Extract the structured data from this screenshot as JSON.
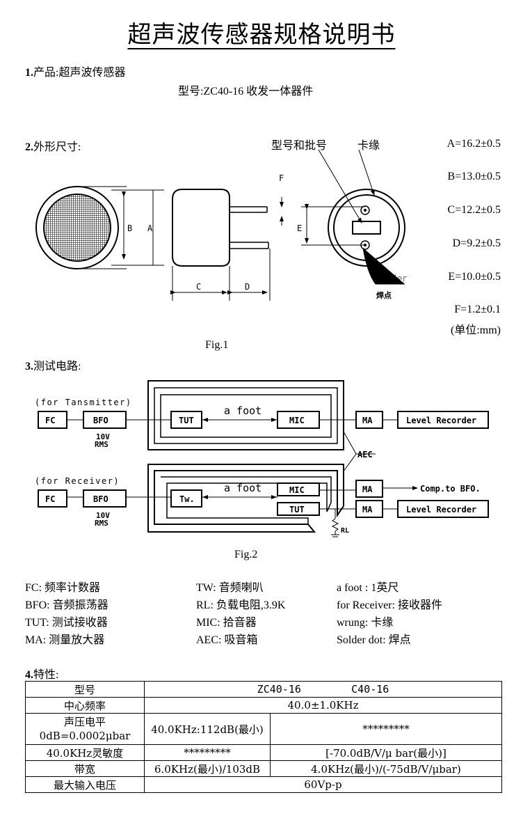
{
  "title": "超声波传感器规格说明书",
  "section1": {
    "num": "1.",
    "label": "产品:超声波传感器",
    "model_line": "型号:ZC40-16  收发一体器件"
  },
  "section2": {
    "num": "2.",
    "label": "外形尺寸:",
    "callout_model": "型号和批号",
    "callout_edge": "卡缘",
    "dim_letters": [
      "A",
      "B",
      "C",
      "D",
      "E",
      "F"
    ],
    "solder_en": "Solder",
    "solder_cn": "焊点",
    "specs": [
      "A=16.2±0.5",
      "B=13.0±0.5",
      "C=12.2±0.5",
      "D=9.2±0.5",
      "E=10.0±0.5",
      "F=1.2±0.1",
      "(单位:mm)"
    ],
    "fig": "Fig.1"
  },
  "section3": {
    "num": "3.",
    "label": "测试电路:",
    "fig": "Fig.2",
    "circuit": {
      "for_transmitter": "(for Tansmitter)",
      "for_receiver": "(for Receiver)",
      "fc": "FC",
      "bfo": "BFO",
      "rms_10v": "10V",
      "rms": "RMS",
      "tut": "TUT",
      "mic": "MIC",
      "tw": "Tw.",
      "a_foot": "a foot",
      "ma": "MA",
      "level_recorder": "Level Recorder",
      "aec": "AEC",
      "comp": "Comp.to BFO.",
      "rl": "RL"
    },
    "legend": [
      [
        "FC:  频率计数器",
        "TW:  音频喇叭",
        "a foot : 1英尺"
      ],
      [
        "BFO:  音频振荡器",
        "RL:  负载电阻,3.9K",
        "for Receiver:  接收器件"
      ],
      [
        "TUT:  测试接收器",
        "MIC:  拾音器",
        "wrung:  卡缘"
      ],
      [
        "MA:  测量放大器",
        "AEC:  吸音箱",
        "Solder dot:   焊点"
      ]
    ]
  },
  "section4": {
    "num": "4.",
    "label": "特性:",
    "table": {
      "row_model": [
        "型号",
        "ZC40-16        C40-16"
      ],
      "row_freq": [
        "中心频率",
        "40.0±1.0KHz"
      ],
      "row_spl": [
        "声压电平",
        "0dB=0.0002μbar",
        "40.0KHz:112dB(最小)",
        "*********"
      ],
      "row_sens": [
        "40.0KHz灵敏度",
        "*********",
        "[-70.0dB/V/μ bar(最小)]"
      ],
      "row_bw": [
        "带宽",
        "6.0KHz(最小)/103dB",
        "4.0KHz(最小)/(-75dB/V/μbar)"
      ],
      "row_volt": [
        "最大输入电压",
        "60Vp-p"
      ]
    }
  }
}
